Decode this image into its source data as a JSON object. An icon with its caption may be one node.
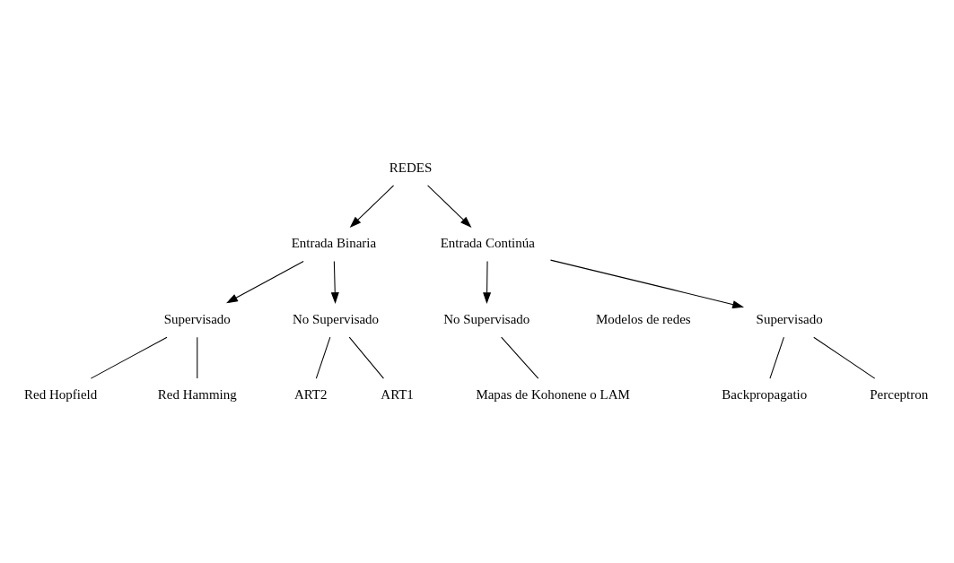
{
  "diagram": {
    "nodes": [
      {
        "text": [
          "REDES"
        ]
      },
      {
        "text": [
          "Entrada Binaria"
        ]
      },
      {
        "text": [
          "Entrada Continúa"
        ]
      },
      {
        "text": [
          "Supervisado"
        ]
      },
      {
        "text": [
          "No Supervisado"
        ]
      },
      {
        "text": [
          "Supervisado"
        ]
      },
      {
        "text": [
          "No Supervisado"
        ]
      },
      {
        "text": [
          "Red Hamming"
        ]
      },
      {
        "text": [
          "Red Hopfield"
        ]
      },
      {
        "text": [
          "ART1"
        ]
      },
      {
        "text": [
          "ART2"
        ]
      },
      {
        "text": [
          "Perceptron"
        ]
      },
      {
        "text": [
          "Backpropagatio"
        ]
      },
      {
        "text": [
          "Mapas de Kohonene o LAM"
        ]
      }
    ],
    "edges": [
      {
        "from": 0,
        "to": 1,
        "arrow": "to"
      },
      {
        "from": 0,
        "to": 2,
        "arrow": "to"
      },
      {
        "from": 1,
        "to": 3,
        "arrow": "to"
      },
      {
        "from": 1,
        "to": 4,
        "arrow": "to"
      },
      {
        "from": 2,
        "to": 5,
        "arrow": "to"
      },
      {
        "from": 2,
        "to": 6,
        "arrow": "to"
      },
      {
        "from": 3,
        "to": 7,
        "arrow": "none"
      },
      {
        "from": 3,
        "to": 8,
        "arrow": "none"
      },
      {
        "from": 4,
        "to": 9,
        "arrow": "none"
      },
      {
        "from": 4,
        "to": 10,
        "arrow": "none"
      },
      {
        "from": 5,
        "to": 11,
        "arrow": "none"
      },
      {
        "from": 5,
        "to": 12,
        "arrow": "none"
      },
      {
        "from": 6,
        "to": 13,
        "arrow": "none"
      }
    ],
    "labels": [
      "Modelos de redes"
    ]
  }
}
